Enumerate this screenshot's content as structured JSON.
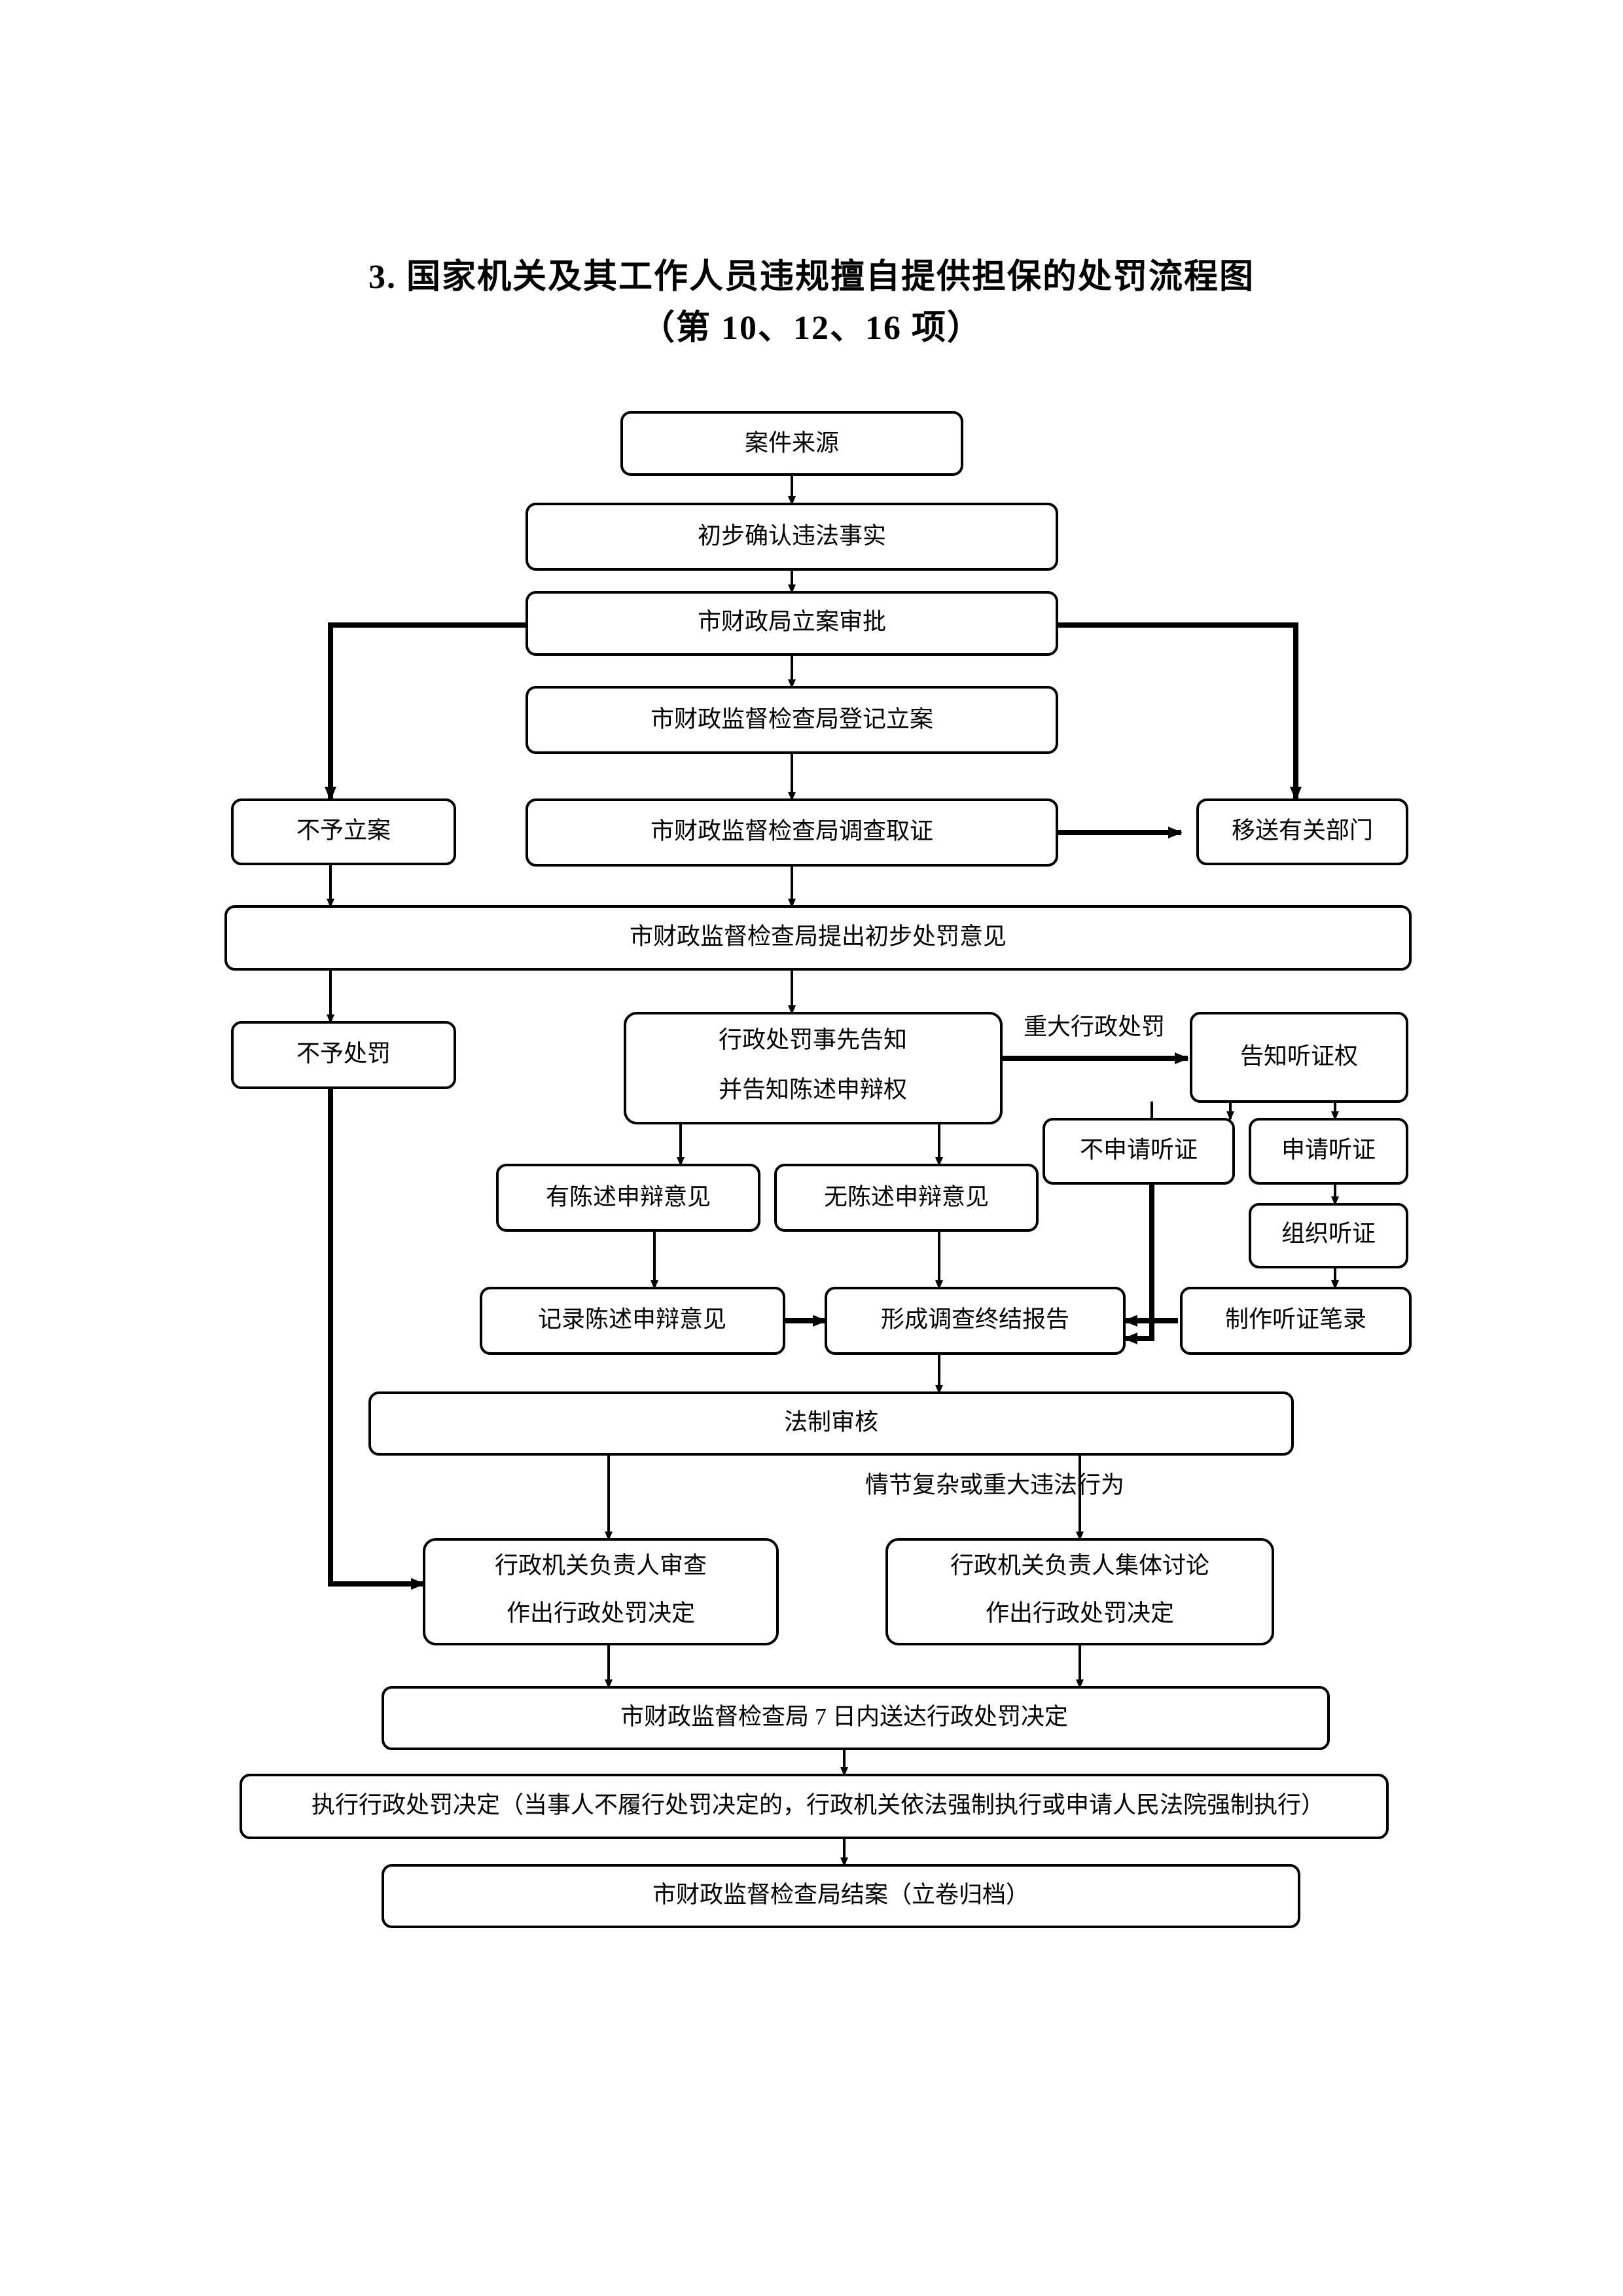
{
  "document": {
    "title_line_1": "3. 国家机关及其工作人员违规擅自提供担保的处罚流程图",
    "title_line_2": "（第 10、12、16 项）"
  },
  "flowchart": {
    "type": "flowchart",
    "orientation": "top-to-bottom",
    "nodes": [
      {
        "id": "n1",
        "label": "案件来源"
      },
      {
        "id": "n2",
        "label": "初步确认违法事实"
      },
      {
        "id": "n3",
        "label": "市财政局立案审批"
      },
      {
        "id": "n4",
        "label": "市财政监督检查局登记立案"
      },
      {
        "id": "n5",
        "label": "不予立案"
      },
      {
        "id": "n6",
        "label": "市财政监督检查局调查取证"
      },
      {
        "id": "n7",
        "label": "移送有关部门"
      },
      {
        "id": "n8",
        "label": "市财政监督检查局提出初步处罚意见"
      },
      {
        "id": "n9",
        "label": "不予处罚"
      },
      {
        "id": "n10",
        "label_line_1": "行政处罚事先告知",
        "label_line_2": "并告知陈述申辩权"
      },
      {
        "id": "n11",
        "label": "告知听证权"
      },
      {
        "id": "n12",
        "label": "不申请听证"
      },
      {
        "id": "n13",
        "label": "申请听证"
      },
      {
        "id": "n14",
        "label": "组织听证"
      },
      {
        "id": "n15",
        "label": "有陈述申辩意见"
      },
      {
        "id": "n16",
        "label": "无陈述申辩意见"
      },
      {
        "id": "n17",
        "label": "制作听证笔录"
      },
      {
        "id": "n18",
        "label": "记录陈述申辩意见"
      },
      {
        "id": "n19",
        "label": "形成调查终结报告"
      },
      {
        "id": "n20",
        "label": "法制审核"
      },
      {
        "id": "n21",
        "label_line_1": "行政机关负责人审查",
        "label_line_2": "作出行政处罚决定"
      },
      {
        "id": "n22",
        "label_line_1": "行政机关负责人集体讨论",
        "label_line_2": "作出行政处罚决定"
      },
      {
        "id": "n23",
        "label": "市财政监督检查局 7 日内送达行政处罚决定"
      },
      {
        "id": "n24",
        "label": "执行行政处罚决定（当事人不履行处罚决定的，行政机关依法强制执行或申请人民法院强制执行）"
      },
      {
        "id": "n25",
        "label": "市财政监督检查局结案（立卷归档）"
      }
    ],
    "edge_labels": {
      "major_penalty": "重大行政处罚",
      "complex_or_major_violation": "情节复杂或重大违法行为"
    }
  }
}
